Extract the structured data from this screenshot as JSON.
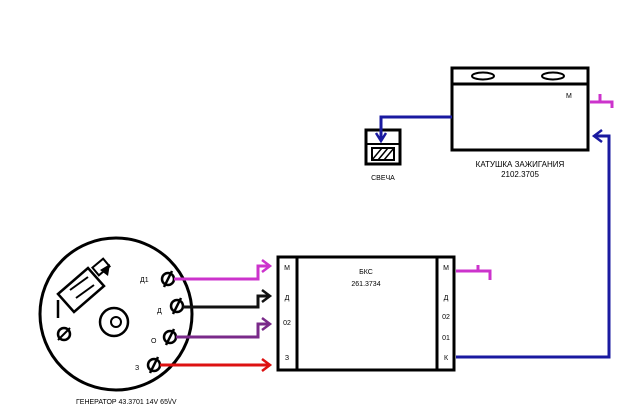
{
  "coil": {
    "title": "КАТУШКА  ЗАЖИГАНИЯ",
    "part": "2102.3705",
    "terminal_m": "М"
  },
  "spark_plug": {
    "label": "СВЕЧА"
  },
  "bks": {
    "title": "БКС",
    "part": "261.3734",
    "left_terminals": [
      "М",
      "Д",
      "02",
      "З"
    ],
    "right_terminals": [
      "М",
      "Д",
      "02",
      "01",
      "К"
    ]
  },
  "generator": {
    "caption": "ГЕНЕРАТОР 43.3701     14V  65\\/V",
    "terminals": [
      "Д1",
      "Д",
      "О",
      "З"
    ]
  },
  "colors": {
    "magenta": "#cc33cc",
    "black": "#111111",
    "purple": "#7a2a8a",
    "red": "#dd1111",
    "blue": "#1a1aa0"
  }
}
